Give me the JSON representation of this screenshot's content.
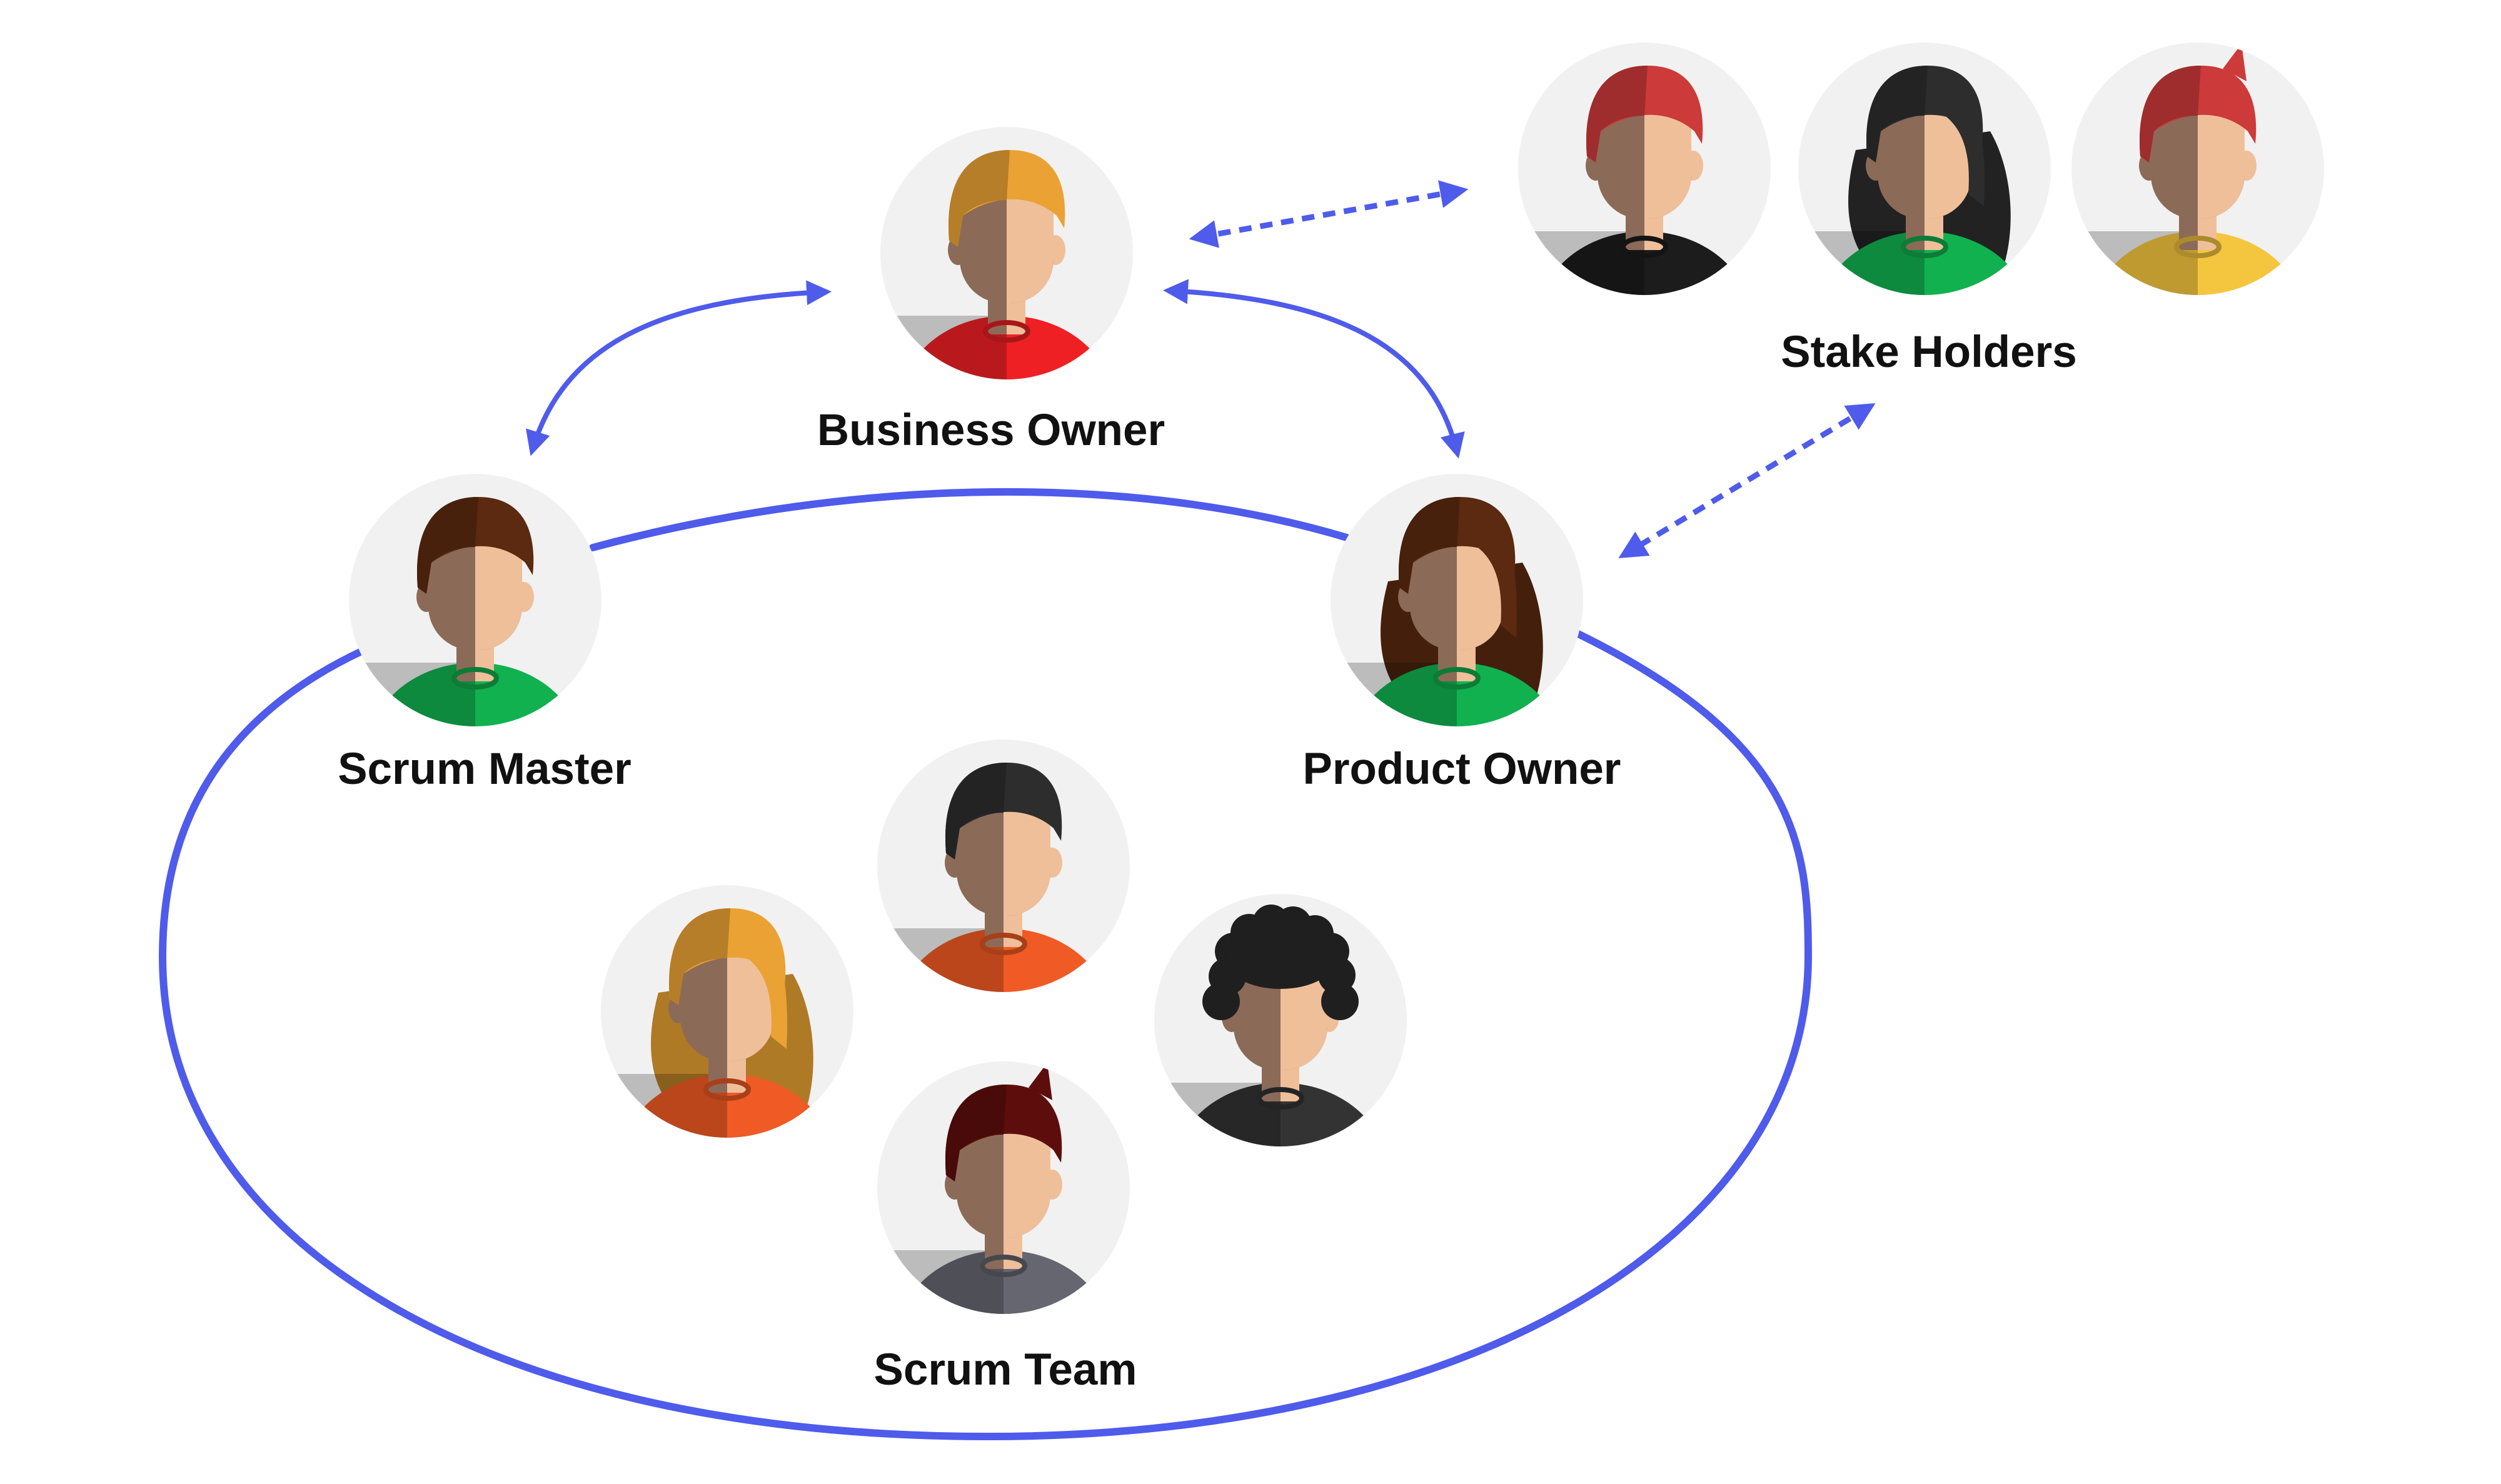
{
  "colors": {
    "connector": "#4f5bea",
    "avatar_background": "#f1f1f1",
    "skin_light": "#efbf9a",
    "skin_dark": "#8c6a58",
    "label": "#111111"
  },
  "labels": {
    "business_owner": "Business Owner",
    "stake_holders": "Stake Holders",
    "scrum_master": "Scrum Master",
    "product_owner": "Product Owner",
    "scrum_team": "Scrum Team"
  },
  "avatars": [
    {
      "role": "business-owner",
      "hair": "short",
      "hair_color": "#e9a233",
      "shirt": "#ee2024"
    },
    {
      "role": "stake-holder-1",
      "hair": "short",
      "hair_color": "#cc3a3a",
      "shirt": "#1c1c1c"
    },
    {
      "role": "stake-holder-2",
      "hair": "long",
      "hair_color": "#2d2d2d",
      "shirt": "#11b14f"
    },
    {
      "role": "stake-holder-3",
      "hair": "spiky",
      "hair_color": "#cc3a3a",
      "shirt": "#f4c63f"
    },
    {
      "role": "scrum-master",
      "hair": "short",
      "hair_color": "#5b2a10",
      "shirt": "#11b14f"
    },
    {
      "role": "product-owner",
      "hair": "long",
      "hair_color": "#5b2a10",
      "shirt": "#11b14f"
    },
    {
      "role": "team-member-1",
      "hair": "short",
      "hair_color": "#2d2d2d",
      "shirt": "#f05a24"
    },
    {
      "role": "team-member-2",
      "hair": "long",
      "hair_color": "#e9a233",
      "shirt": "#f05a24"
    },
    {
      "role": "team-member-3",
      "hair": "curly",
      "hair_color": "#1f1f1f",
      "shirt": "#333333"
    },
    {
      "role": "team-member-4",
      "hair": "spiky",
      "hair_color": "#5e0d0d",
      "shirt": "#666670"
    }
  ],
  "connections": [
    {
      "from": "business-owner",
      "to": "scrum-master",
      "style": "solid",
      "direction": "both"
    },
    {
      "from": "business-owner",
      "to": "product-owner",
      "style": "solid",
      "direction": "both"
    },
    {
      "from": "business-owner",
      "to": "stake-holders",
      "style": "dotted",
      "direction": "both"
    },
    {
      "from": "stake-holders",
      "to": "product-owner",
      "style": "dotted",
      "direction": "both"
    }
  ]
}
